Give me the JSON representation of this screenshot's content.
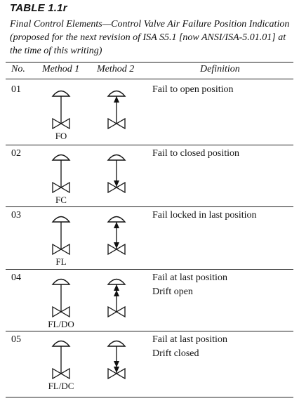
{
  "table": {
    "label": "TABLE 1.1r",
    "caption": "Final Control Elements—Control Valve Air Failure Position Indication (proposed for the next revision of ISA S5.1 [now ANSI/ISA-5.01.01] at the time of this writing)",
    "headers": {
      "no": "No.",
      "method1": "Method 1",
      "method2": "Method 2",
      "definition": "Definition"
    },
    "rows": [
      {
        "no": "01",
        "code": "FO",
        "arrow": "up",
        "definition": [
          "Fail to open position"
        ]
      },
      {
        "no": "02",
        "code": "FC",
        "arrow": "down",
        "definition": [
          "Fail to closed position"
        ]
      },
      {
        "no": "03",
        "code": "FL",
        "arrow": "both",
        "definition": [
          "Fail locked in last position"
        ]
      },
      {
        "no": "04",
        "code": "FL/DO",
        "arrow": "double-up",
        "definition": [
          "Fail at last position",
          "Drift open"
        ]
      },
      {
        "no": "05",
        "code": "FL/DC",
        "arrow": "double-down",
        "definition": [
          "Fail at last position",
          "Drift closed"
        ]
      }
    ]
  }
}
